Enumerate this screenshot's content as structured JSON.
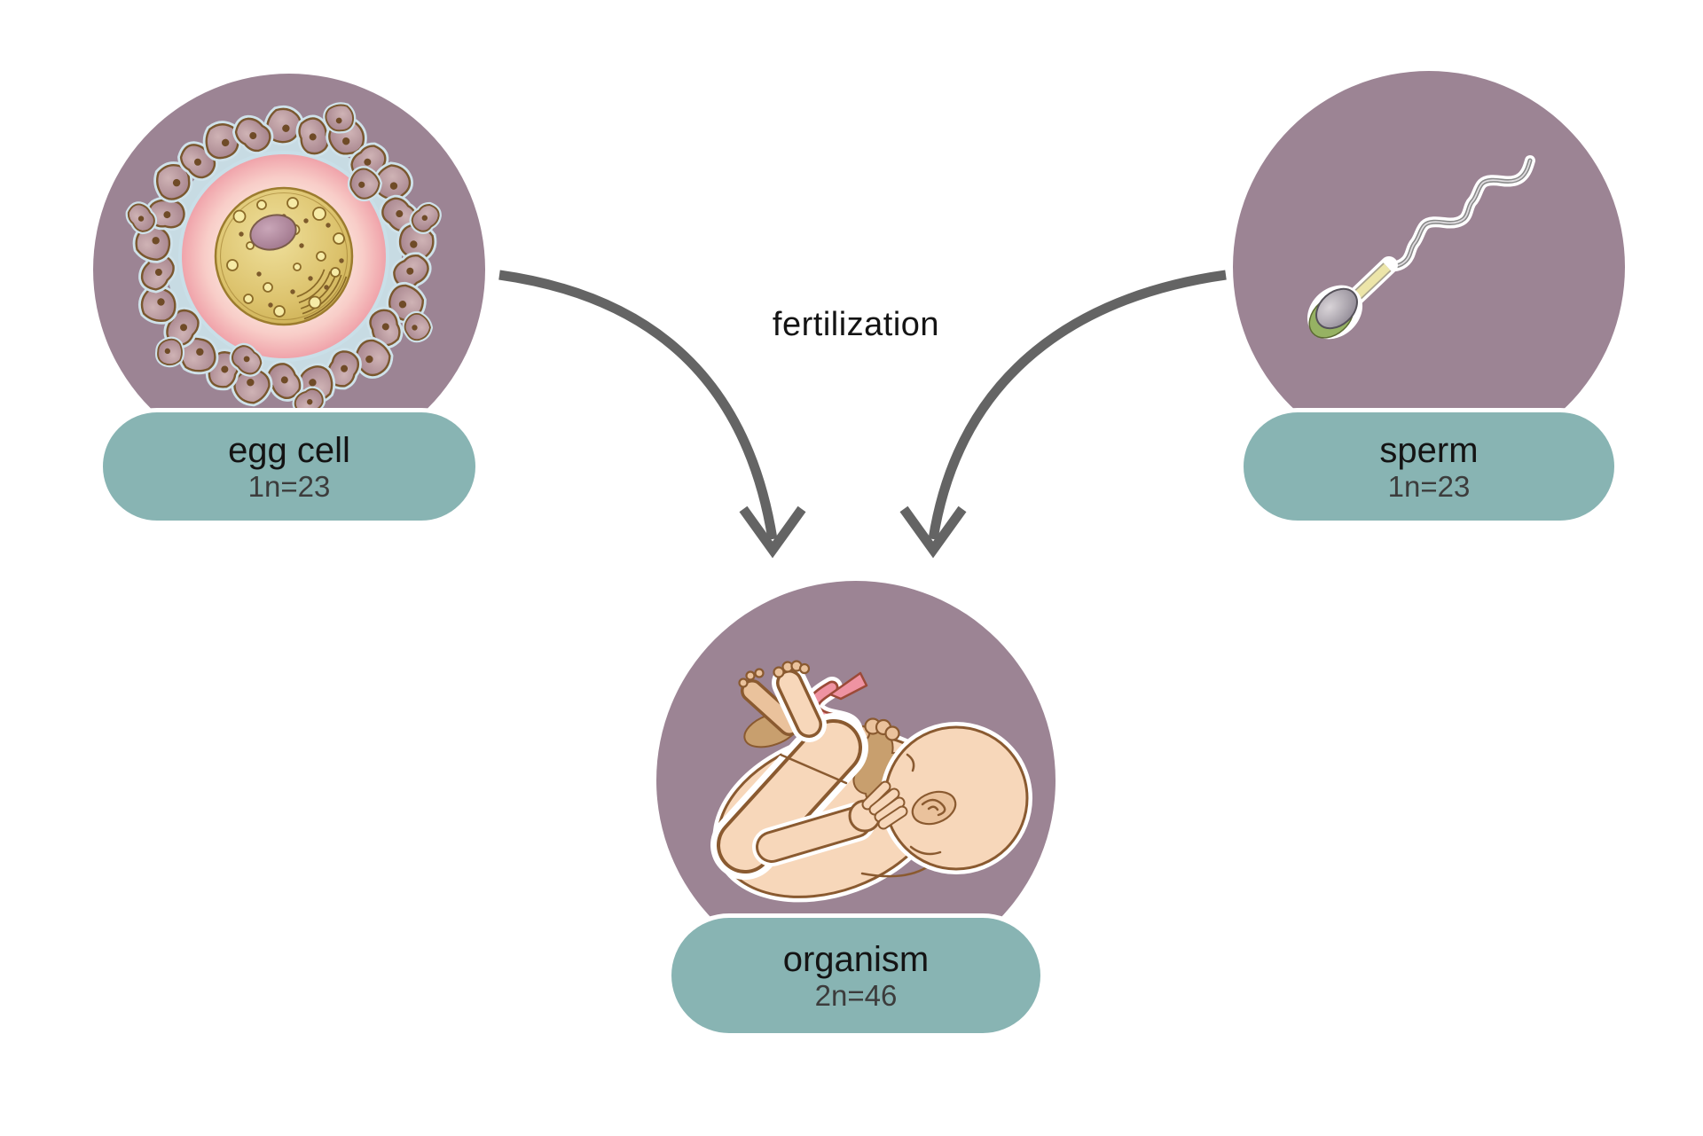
{
  "labels": {
    "fertilization": "fertilization"
  },
  "nodes": {
    "egg": {
      "label": "egg cell",
      "ploidy": "1n=23"
    },
    "sperm": {
      "label": "sperm",
      "ploidy": "1n=23"
    },
    "organism": {
      "label": "organism",
      "ploidy": "2n=46"
    }
  },
  "icons": {
    "egg": "egg-cell-illustration",
    "sperm": "sperm-illustration",
    "organism": "fetus-illustration"
  },
  "colors": {
    "background": "#ffffff",
    "circle": "#9c8494",
    "pill": "#88b4b3",
    "arrow": "#646464",
    "ink": "#141414",
    "sub": "#3c3c3c"
  }
}
